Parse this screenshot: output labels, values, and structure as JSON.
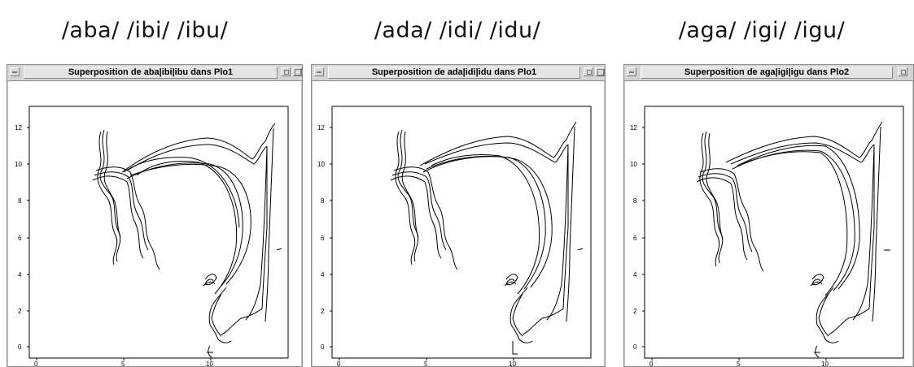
{
  "captions": [
    "/aba/ /ibi/ /ibu/",
    "/ada/ /idi/ /idu/",
    "/aga/ /igi/ /igu/"
  ],
  "windows": [
    {
      "title": "Superposition de aba|ibi|ibu dans Plo1"
    },
    {
      "title": "Superposition de ada|idi|idu dans Plo1"
    },
    {
      "title": "Superposition de aga|igi|igu dans Plo2"
    }
  ],
  "axes": {
    "x_ticks": [
      "0",
      "5",
      "10"
    ],
    "y_ticks": [
      "12",
      "10",
      "8",
      "6",
      "4",
      "2",
      "0"
    ]
  },
  "icons": {
    "minimize": "minimize-icon",
    "maximize": "maximize-icon",
    "window_menu": "window-menu-icon"
  }
}
